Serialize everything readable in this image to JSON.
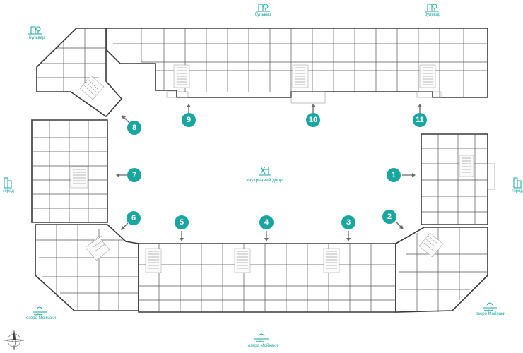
{
  "surroundings": {
    "top_1": "бульвар",
    "top_2": "бульвар",
    "top_left": "бульвар",
    "left": "город",
    "right": "город",
    "bottom_left": "озеро Мойнаки",
    "bottom_center": "озеро Мойнаки",
    "bottom_right": "озеро Мойнаки"
  },
  "courtyard_label": "внутренний двор",
  "entrances": [
    "1",
    "2",
    "3",
    "4",
    "5",
    "6",
    "7",
    "8",
    "9",
    "10",
    "11"
  ],
  "colors": {
    "accent": "#1aa6a0",
    "wall": "#3a3a3a",
    "arrow": "#6b6b6b"
  },
  "icons": {
    "boulevard": "tree-building-icon",
    "city": "city-buildings-icon",
    "lake": "lake-waves-icon",
    "courtyard": "playground-icon",
    "compass": "compass-rose-icon"
  }
}
